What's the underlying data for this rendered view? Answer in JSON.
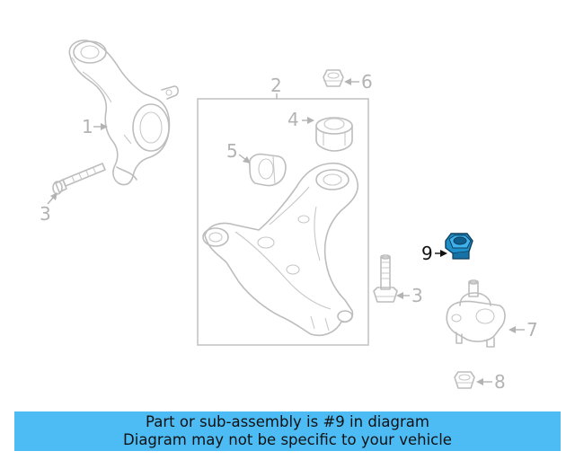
{
  "callouts": {
    "c1": "1",
    "c2": "2",
    "c3a": "3",
    "c3b": "3",
    "c4": "4",
    "c5": "5",
    "c6": "6",
    "c7": "7",
    "c8": "8",
    "c9": "9"
  },
  "highlight_color": "#1e8fc9",
  "banner": {
    "line1": "Part or sub-assembly is #9 in diagram",
    "line2": "Diagram may not be specific to your vehicle",
    "background": "#4dbcf5"
  }
}
